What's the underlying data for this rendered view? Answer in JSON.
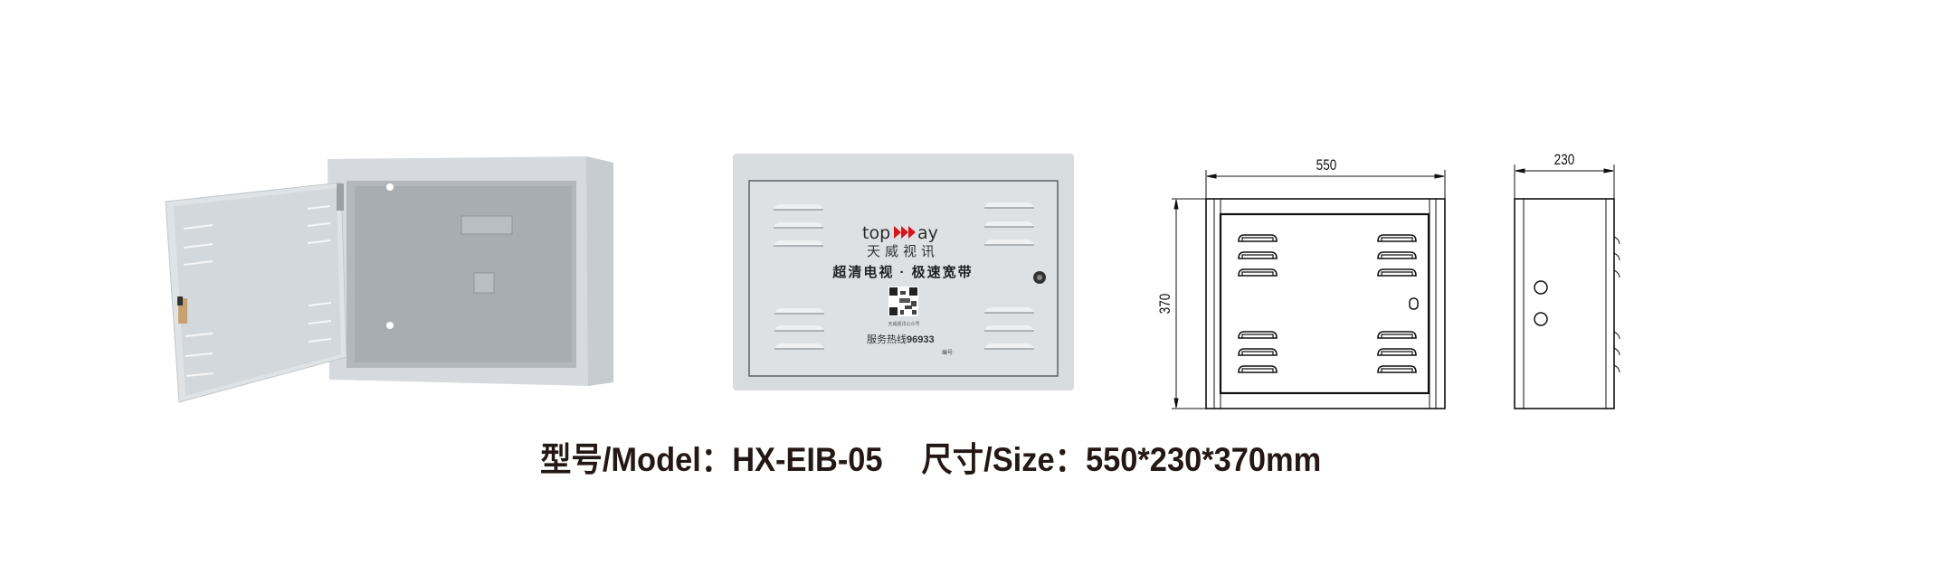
{
  "product_photo_front": {
    "brand_logo": "topway",
    "brand_chinese": "天威视讯",
    "slogan": "超清电视 · 极速宽带",
    "qr_caption": "天威视讯公众号",
    "hotline_label": "服务热线",
    "hotline_number": "96933",
    "serial_label": "编号:"
  },
  "drawing": {
    "width_label": "550",
    "height_label": "370",
    "depth_label": "230"
  },
  "caption": {
    "model_label": "型号/Model：",
    "model_value": "HX-EIB-05",
    "size_label": "尺寸/Size：",
    "size_value": "550*230*370mm"
  },
  "colors": {
    "metal": "#d9dde0",
    "brand_red": "#d7141a",
    "text": "#231815"
  }
}
